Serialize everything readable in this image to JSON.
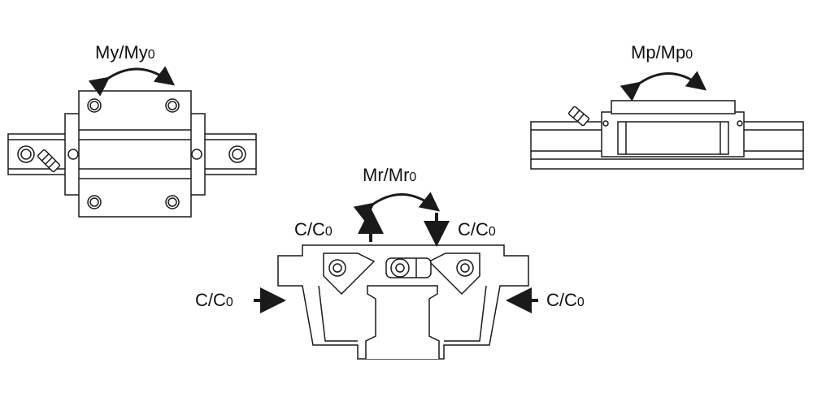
{
  "labels": {
    "yaw": {
      "main": "My/My",
      "sub": "0"
    },
    "pitch": {
      "main": "Mp/Mp",
      "sub": "0"
    },
    "roll": {
      "main": "Mr/Mr",
      "sub": "0"
    },
    "load_up": {
      "main": "C/C",
      "sub": "0"
    },
    "load_down": {
      "main": "C/C",
      "sub": "0"
    },
    "load_left": {
      "main": "C/C",
      "sub": "0"
    },
    "load_right": {
      "main": "C/C",
      "sub": "0"
    }
  },
  "colors": {
    "line": "#1a1a1a",
    "fill": "#ffffff",
    "shade": "#d9d9d9"
  }
}
